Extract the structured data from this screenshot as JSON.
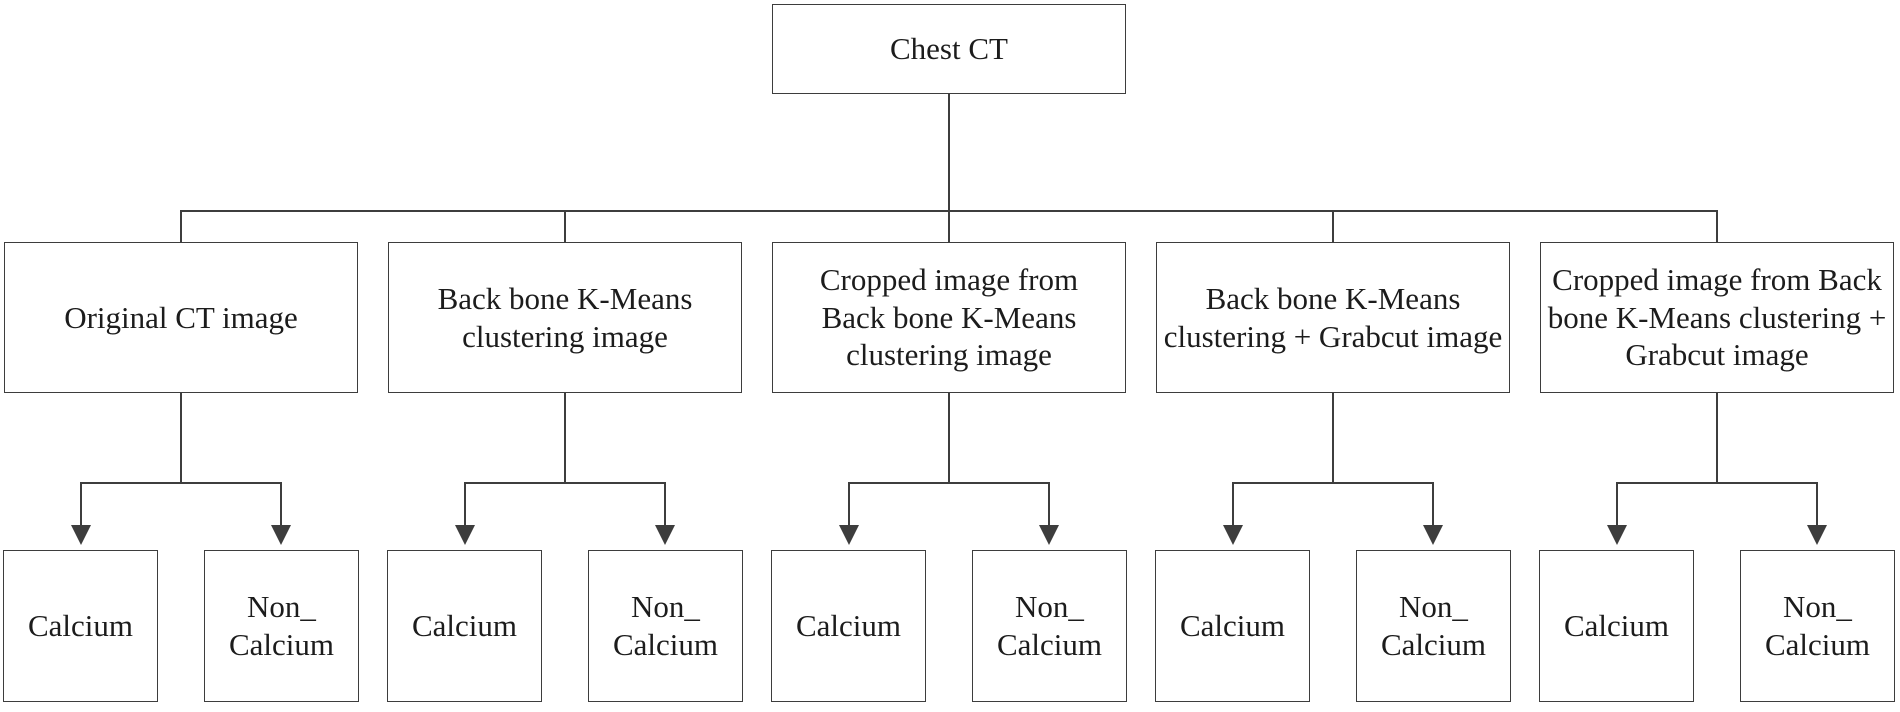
{
  "figure": {
    "root": {
      "label": "Chest CT"
    },
    "branches": [
      {
        "label": "Original CT image",
        "children": [
          {
            "label": "Calcium"
          },
          {
            "label": "Non_\nCalcium"
          }
        ]
      },
      {
        "label": "Back bone K-Means\nclustering image",
        "children": [
          {
            "label": "Calcium"
          },
          {
            "label": "Non_\nCalcium"
          }
        ]
      },
      {
        "label": "Cropped image from\nBack bone K-Means\nclustering image",
        "children": [
          {
            "label": "Calcium"
          },
          {
            "label": "Non_\nCalcium"
          }
        ]
      },
      {
        "label": "Back bone K-Means\nclustering + Grabcut image",
        "children": [
          {
            "label": "Calcium"
          },
          {
            "label": "Non_\nCalcium"
          }
        ]
      },
      {
        "label": "Cropped image from Back\nbone K-Means clustering +\nGrabcut image",
        "children": [
          {
            "label": "Calcium"
          },
          {
            "label": "Non_\nCalcium"
          }
        ]
      }
    ]
  },
  "colors": {
    "line": "#3d3d3d",
    "text": "#1c1c1c",
    "background": "#ffffff"
  }
}
